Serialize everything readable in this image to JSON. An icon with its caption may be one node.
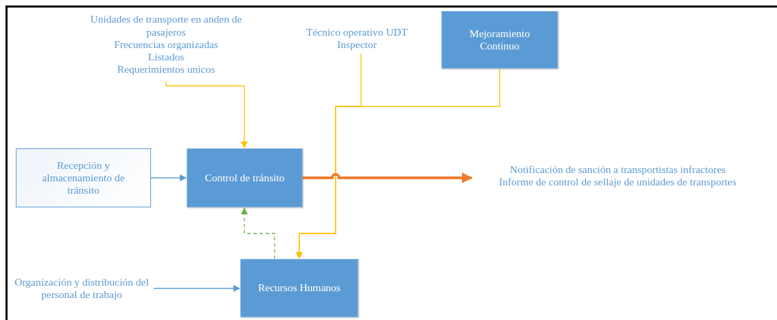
{
  "diagram": {
    "nodes": [
      {
        "text": [
          "Unidades de transporte en anden de pasajeros",
          "Frecuencias organizadas",
          "Listados",
          "Requerimientos unicos"
        ]
      },
      {
        "text": [
          "Técnico operativo UDT",
          "Inspector"
        ]
      },
      {
        "text": [
          "Mejoramiento Continuo"
        ]
      },
      {
        "text": [
          "Recepción y almacenamiento de tránsito"
        ]
      },
      {
        "text": [
          "Control de tránsito"
        ]
      },
      {
        "text": [
          "Notificación de sanción a transportistas infractores",
          "Informe de control de sellaje de unidades de transportes"
        ]
      },
      {
        "text": [
          "Organización y distribución del personal de trabajo"
        ]
      },
      {
        "text": [
          "Recursos Humanos"
        ]
      }
    ],
    "edges": [
      {
        "from": 0,
        "to": 4,
        "arrow": "to"
      },
      {
        "from": 1,
        "to": 7,
        "arrow": "to"
      },
      {
        "from": 2,
        "to": 7,
        "arrow": "to"
      },
      {
        "from": 3,
        "to": 4,
        "arrow": "to",
        "color": "#5b9bd5"
      },
      {
        "from": 4,
        "to": 5,
        "arrow": "to",
        "style": "thick",
        "color": "#ed7d31"
      },
      {
        "from": 6,
        "to": 7,
        "arrow": "to",
        "color": "#5b9bd5"
      },
      {
        "from": 7,
        "to": 4,
        "arrow": "to",
        "style": "dashed",
        "color": "#70ad47"
      }
    ]
  }
}
